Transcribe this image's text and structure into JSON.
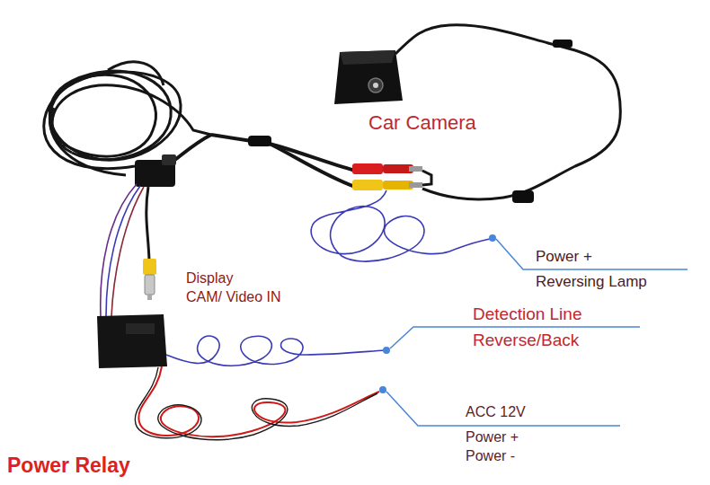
{
  "diagram": {
    "labels": [
      "Car Camera",
      "Display",
      "CAM/ Video IN",
      "Power +",
      "Reversing Lamp",
      "Detection Line",
      "Reverse/Back",
      "ACC 12V",
      "Power +",
      "Power -",
      "Power Relay"
    ]
  }
}
